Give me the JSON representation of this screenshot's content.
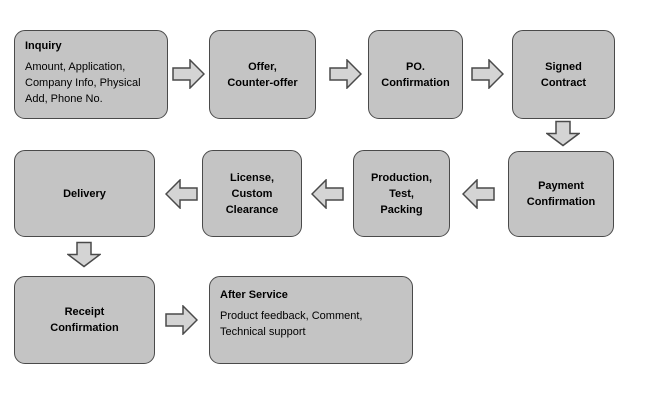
{
  "theme": {
    "background": "#ffffff",
    "node_fill": "#c4c4c4",
    "node_border": "#4a4a4a",
    "arrow_fill": "#d4d4d4",
    "arrow_border": "#4a4a4a",
    "text_color": "#000000"
  },
  "nodes": [
    {
      "title": "Inquiry",
      "body": "Amount, Application,\nCompany Info, Physical\nAdd, Phone No."
    },
    {
      "title": "Offer,\nCounter-offer"
    },
    {
      "title": "PO.\nConfirmation"
    },
    {
      "title": "Signed\nContract"
    },
    {
      "title": "Payment\nConfirmation"
    },
    {
      "title": "Production,\nTest,\nPacking"
    },
    {
      "title": "License,\nCustom\nClearance"
    },
    {
      "title": "Delivery"
    },
    {
      "title": "Receipt\nConfirmation"
    },
    {
      "title": "After Service",
      "body": "Product feedback, Comment,\nTechnical support"
    }
  ],
  "connections": [
    {
      "from": "Inquiry",
      "to": "Offer, Counter-offer",
      "direction": "right"
    },
    {
      "from": "Offer, Counter-offer",
      "to": "PO. Confirmation",
      "direction": "right"
    },
    {
      "from": "PO. Confirmation",
      "to": "Signed Contract",
      "direction": "right"
    },
    {
      "from": "Signed Contract",
      "to": "Payment Confirmation",
      "direction": "down"
    },
    {
      "from": "Payment Confirmation",
      "to": "Production, Test, Packing",
      "direction": "left"
    },
    {
      "from": "Production, Test, Packing",
      "to": "License, Custom Clearance",
      "direction": "left"
    },
    {
      "from": "License, Custom Clearance",
      "to": "Delivery",
      "direction": "left"
    },
    {
      "from": "Delivery",
      "to": "Receipt Confirmation",
      "direction": "down"
    },
    {
      "from": "Receipt Confirmation",
      "to": "After Service",
      "direction": "right"
    }
  ]
}
